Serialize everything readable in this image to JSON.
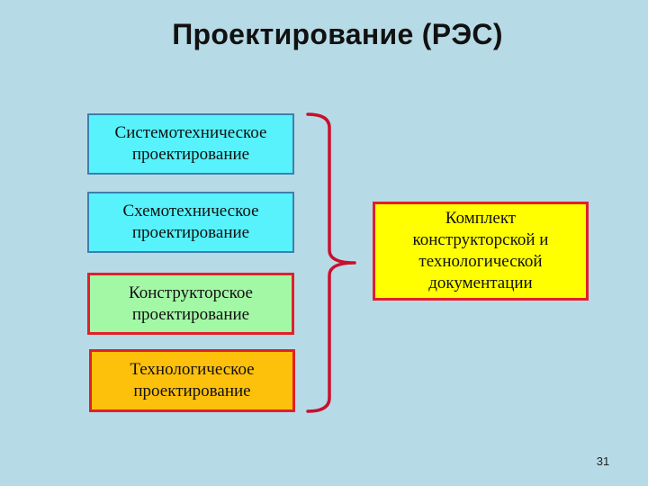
{
  "title": "Проектирование (РЭС)",
  "stages": [
    {
      "line1": "Системотехническое",
      "line2": "проектирование"
    },
    {
      "line1": "Схемотехническое",
      "line2": "проектирование"
    },
    {
      "line1": "Конструкторское",
      "line2": "проектирование"
    },
    {
      "line1": "Технологическое",
      "line2": "проектирование"
    }
  ],
  "result": {
    "lines": [
      "Комплект",
      "конструкторской и",
      "технологической",
      "документации"
    ]
  },
  "page_number": "31",
  "colors": {
    "background": "#b7dbe6",
    "cyan_box": "#57f2fb",
    "green_box": "#a3f8a6",
    "orange_box": "#fdc00b",
    "result_box": "#ffff00",
    "red_border": "#e0202a",
    "blue_border": "#3f7fae",
    "brace": "#c8102e"
  }
}
